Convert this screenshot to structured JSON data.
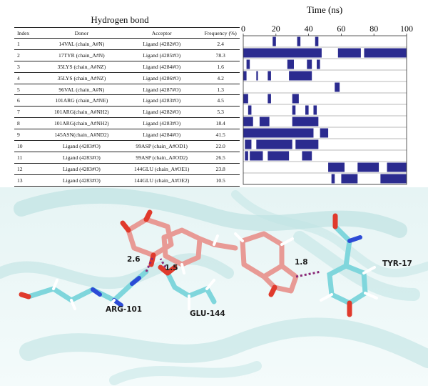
{
  "table": {
    "title": "Hydrogen bond",
    "headers": {
      "index": "Index",
      "donor": "Donor",
      "acceptor": "Acceptor",
      "frequency": "Frequency (%)"
    },
    "rows": [
      {
        "index": "1",
        "donor": "14VAL (chain_A#N)",
        "acceptor": "Ligand (4282#O)",
        "frequency": "2.4"
      },
      {
        "index": "2",
        "donor": "17TYR (chain_A#N)",
        "acceptor": "Ligand (4285#O)",
        "frequency": "78.3"
      },
      {
        "index": "3",
        "donor": "35LYS (chain_A#NZ)",
        "acceptor": "Ligand (4284#O)",
        "frequency": "1.6"
      },
      {
        "index": "4",
        "donor": "35LYS (chain_A#NZ)",
        "acceptor": "Ligand (4286#O)",
        "frequency": "4.2"
      },
      {
        "index": "5",
        "donor": "96VAL (chain_A#N)",
        "acceptor": "Ligand (4287#O)",
        "frequency": "1.3"
      },
      {
        "index": "6",
        "donor": "101ARG (chain_A#NE)",
        "acceptor": "Ligand (4283#O)",
        "frequency": "4.5"
      },
      {
        "index": "7",
        "donor": "101ARG(chain_A#NH2)",
        "acceptor": "Ligand (4282#O)",
        "frequency": "5.3"
      },
      {
        "index": "8",
        "donor": "101ARG(chain_A#NH2)",
        "acceptor": "Ligand (4283#O)",
        "frequency": "18.4"
      },
      {
        "index": "9",
        "donor": "145ASN(chain_A#ND2)",
        "acceptor": "Ligand (4284#O)",
        "frequency": "41.5"
      },
      {
        "index": "10",
        "donor": "Ligand (4283#O)",
        "acceptor": "99ASP (chain_A#OD1)",
        "frequency": "22.0"
      },
      {
        "index": "11",
        "donor": "Ligand (4283#O)",
        "acceptor": "99ASP (chain_A#OD2)",
        "frequency": "26.5"
      },
      {
        "index": "12",
        "donor": "Ligand (4283#O)",
        "acceptor": "144GLU (chain_A#OE1)",
        "frequency": "23.8"
      },
      {
        "index": "13",
        "donor": "Ligand (4283#O)",
        "acceptor": "144GLU (chain_A#OE2)",
        "frequency": "10.5"
      }
    ]
  },
  "timeline": {
    "title": "Time (ns)",
    "ticks": [
      "0",
      "20",
      "40",
      "60",
      "80",
      "100"
    ],
    "xlim": [
      0,
      100
    ],
    "bar_color": "#2b2b8f",
    "occupancy": [
      [
        [
          18,
          20
        ],
        [
          33,
          35
        ],
        [
          44,
          46
        ]
      ],
      [
        [
          0,
          48
        ],
        [
          58,
          72
        ],
        [
          74,
          100
        ]
      ],
      [
        [
          2,
          4
        ],
        [
          27,
          31
        ],
        [
          39,
          42
        ],
        [
          45,
          47
        ]
      ],
      [
        [
          0,
          2
        ],
        [
          8,
          9
        ],
        [
          15,
          17
        ],
        [
          28,
          42
        ]
      ],
      [
        [
          56,
          59
        ]
      ],
      [
        [
          0,
          3
        ],
        [
          15,
          17
        ],
        [
          30,
          34
        ]
      ],
      [
        [
          3,
          5
        ],
        [
          30,
          32
        ],
        [
          38,
          40
        ],
        [
          43,
          45
        ]
      ],
      [
        [
          0,
          6
        ],
        [
          10,
          16
        ],
        [
          30,
          46
        ]
      ],
      [
        [
          0,
          43
        ],
        [
          47,
          52
        ]
      ],
      [
        [
          1,
          5
        ],
        [
          8,
          30
        ],
        [
          32,
          46
        ]
      ],
      [
        [
          1,
          3
        ],
        [
          4,
          12
        ],
        [
          15,
          28
        ],
        [
          36,
          42
        ]
      ],
      [
        [
          52,
          62
        ],
        [
          70,
          83
        ],
        [
          88,
          100
        ]
      ],
      [
        [
          54,
          56
        ],
        [
          60,
          70
        ],
        [
          84,
          100
        ]
      ]
    ]
  },
  "structure": {
    "labels": {
      "arg": "ARG-101",
      "glu": "GLU-144",
      "tyr": "TYR-17",
      "dist_arg": "2.6",
      "dist_glu": "1.5",
      "dist_tyr": "1.8"
    },
    "colors": {
      "protein_ribbon": "#b9e0e0",
      "residue_carbon": "#7fd6dc",
      "ligand_carbon": "#e89a95",
      "oxygen": "#e03a2c",
      "nitrogen": "#2c4bd6",
      "hbond": "#8a2a78"
    }
  }
}
